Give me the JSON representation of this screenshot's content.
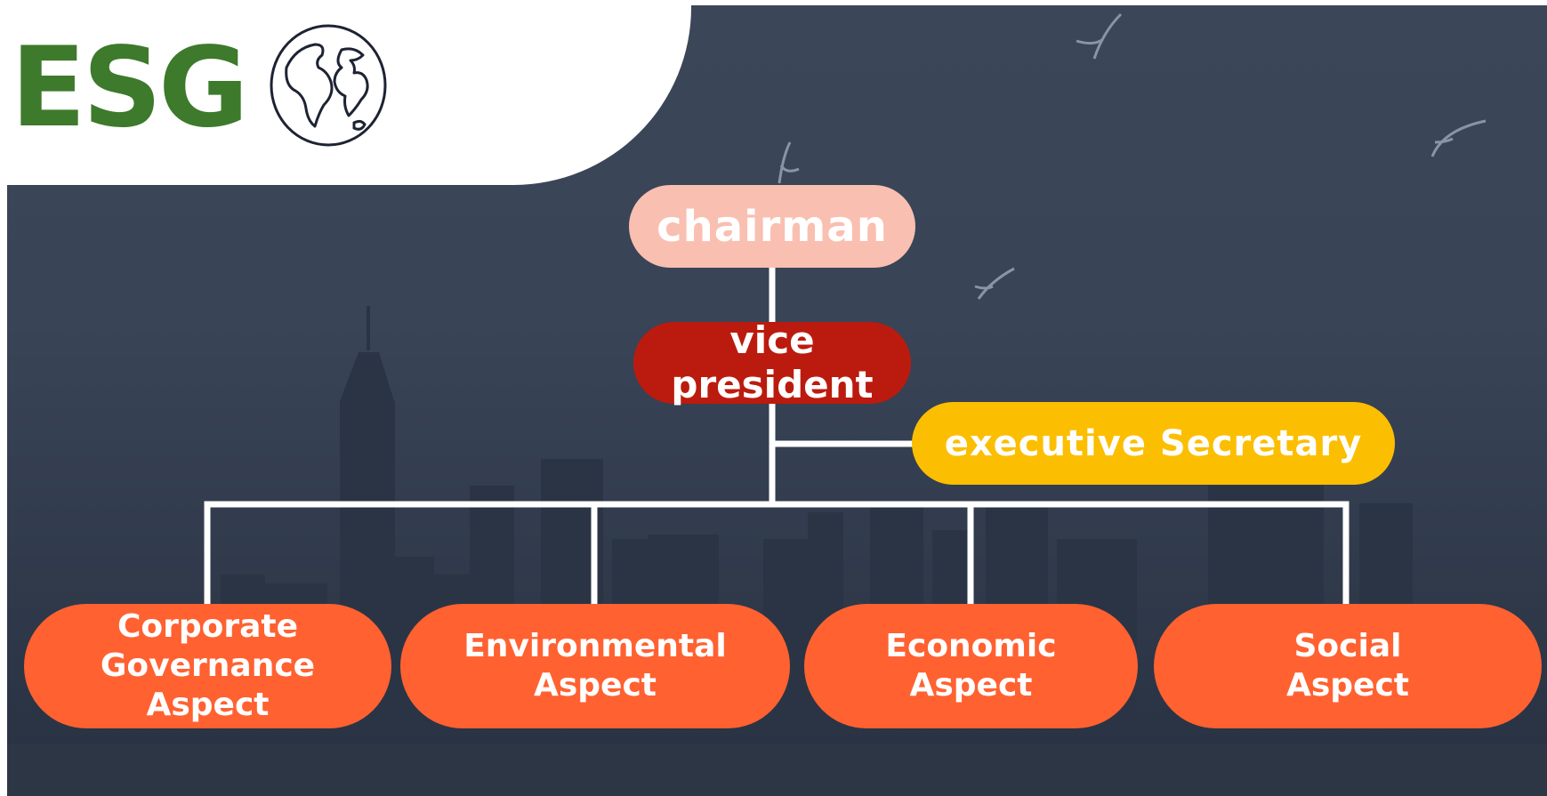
{
  "logo": {
    "text": "ESG",
    "icon": "globe-icon",
    "color": "#3d7a2b"
  },
  "org_chart": {
    "top": {
      "label": "chairman",
      "color": "#f9bfb1"
    },
    "second": {
      "label_line1": "vice",
      "label_line2": "president",
      "color": "#bb1b0e"
    },
    "side": {
      "label": "executive Secretary",
      "color": "#fcbe00"
    },
    "aspects": [
      {
        "line1": "Corporate",
        "line2": "Governance",
        "line3": "Aspect"
      },
      {
        "line1": "Environmental",
        "line2": "Aspect"
      },
      {
        "line1": "Economic",
        "line2": "Aspect"
      },
      {
        "line1": "Social",
        "line2": "Aspect"
      }
    ],
    "aspect_color": "#ff6131",
    "connector_color": "#ffffff"
  },
  "background": {
    "overlay_color": "#3b4658"
  }
}
